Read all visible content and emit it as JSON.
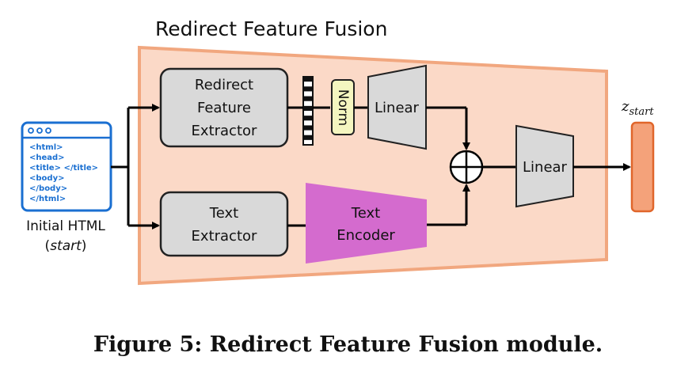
{
  "module": {
    "title": "Redirect Feature Fusion"
  },
  "input": {
    "html_lines": [
      "<html>",
      "<head>",
      "<title> </title>",
      "<body>",
      "</body>",
      "</html>"
    ],
    "label_line1": "Initial HTML",
    "label_line2": "start"
  },
  "blocks": {
    "redirect_extractor": [
      "Redirect",
      "Feature",
      "Extractor"
    ],
    "norm": "Norm",
    "linear_top": "Linear",
    "text_extractor": [
      "Text",
      "Extractor"
    ],
    "text_encoder": [
      "Text",
      "Encoder"
    ],
    "linear_out": "Linear"
  },
  "output": {
    "symbol": "z",
    "subscript": "start"
  },
  "caption": "Figure 5: Redirect Feature Fusion module.",
  "colors": {
    "module_fill": "#fbd9c7",
    "module_border": "#f1a77f",
    "block_fill": "#d9d9d9",
    "norm_fill": "#f4f6c0",
    "encoder_fill": "#d46bce",
    "output_fill": "#f4a27a",
    "output_border": "#e0662b",
    "html_blue": "#1a6fd1"
  }
}
